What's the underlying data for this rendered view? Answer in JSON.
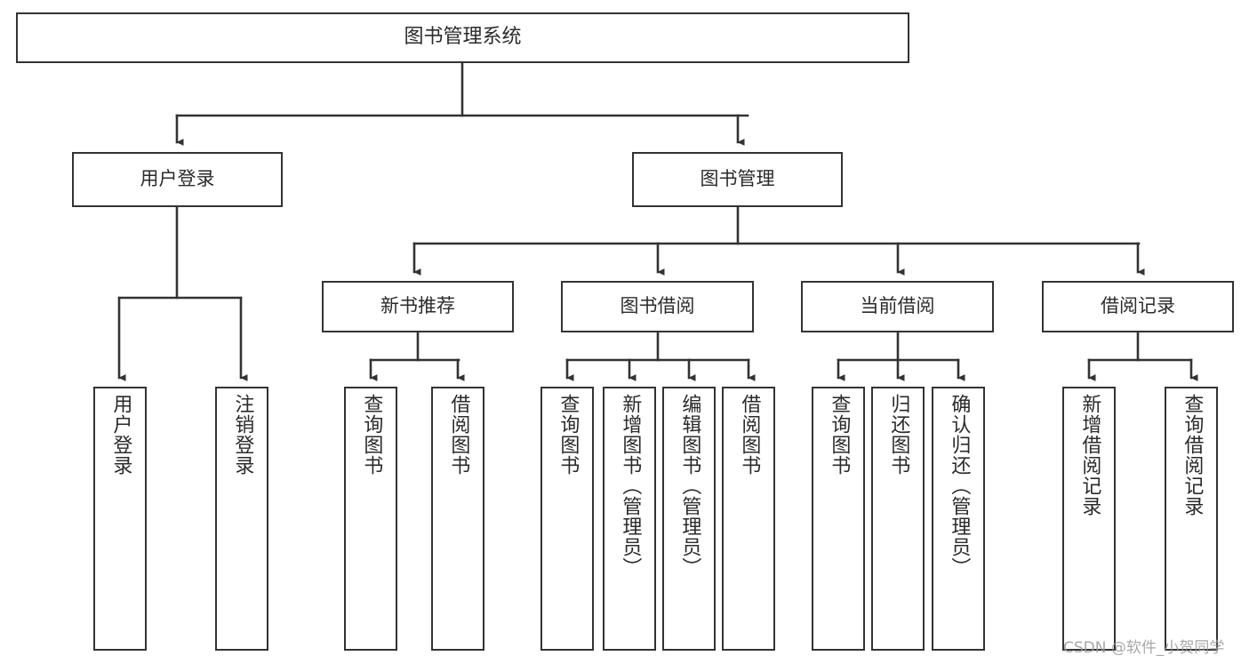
{
  "diagram": {
    "title": "图书管理系统",
    "type": "tree-structure-chart",
    "stroke_color": "#333333",
    "background_color": "#ffffff",
    "text_color": "#2b2b2b"
  },
  "root": {
    "label": "图书管理系统"
  },
  "level2": [
    {
      "label": "用户登录"
    },
    {
      "label": "图书管理"
    }
  ],
  "level3": [
    {
      "label": "新书推荐"
    },
    {
      "label": "图书借阅"
    },
    {
      "label": "当前借阅"
    },
    {
      "label": "借阅记录"
    }
  ],
  "leaves": {
    "user_login": [
      {
        "label": "用户登录"
      },
      {
        "label": "注销登录"
      }
    ],
    "new_book_recommend": [
      {
        "label": "查询图书"
      },
      {
        "label": "借阅图书"
      }
    ],
    "book_borrow": [
      {
        "label": "查询图书"
      },
      {
        "label": "新增图书（管理员）"
      },
      {
        "label": "编辑图书（管理员）"
      },
      {
        "label": "借阅图书"
      }
    ],
    "current_borrow": [
      {
        "label": "查询图书"
      },
      {
        "label": "归还图书"
      },
      {
        "label": "确认归还（管理员）"
      }
    ],
    "borrow_record": [
      {
        "label": "新增借阅记录"
      },
      {
        "label": "查询借阅记录"
      }
    ]
  },
  "watermark": {
    "text": "CSDN @软件_小贺同学"
  }
}
